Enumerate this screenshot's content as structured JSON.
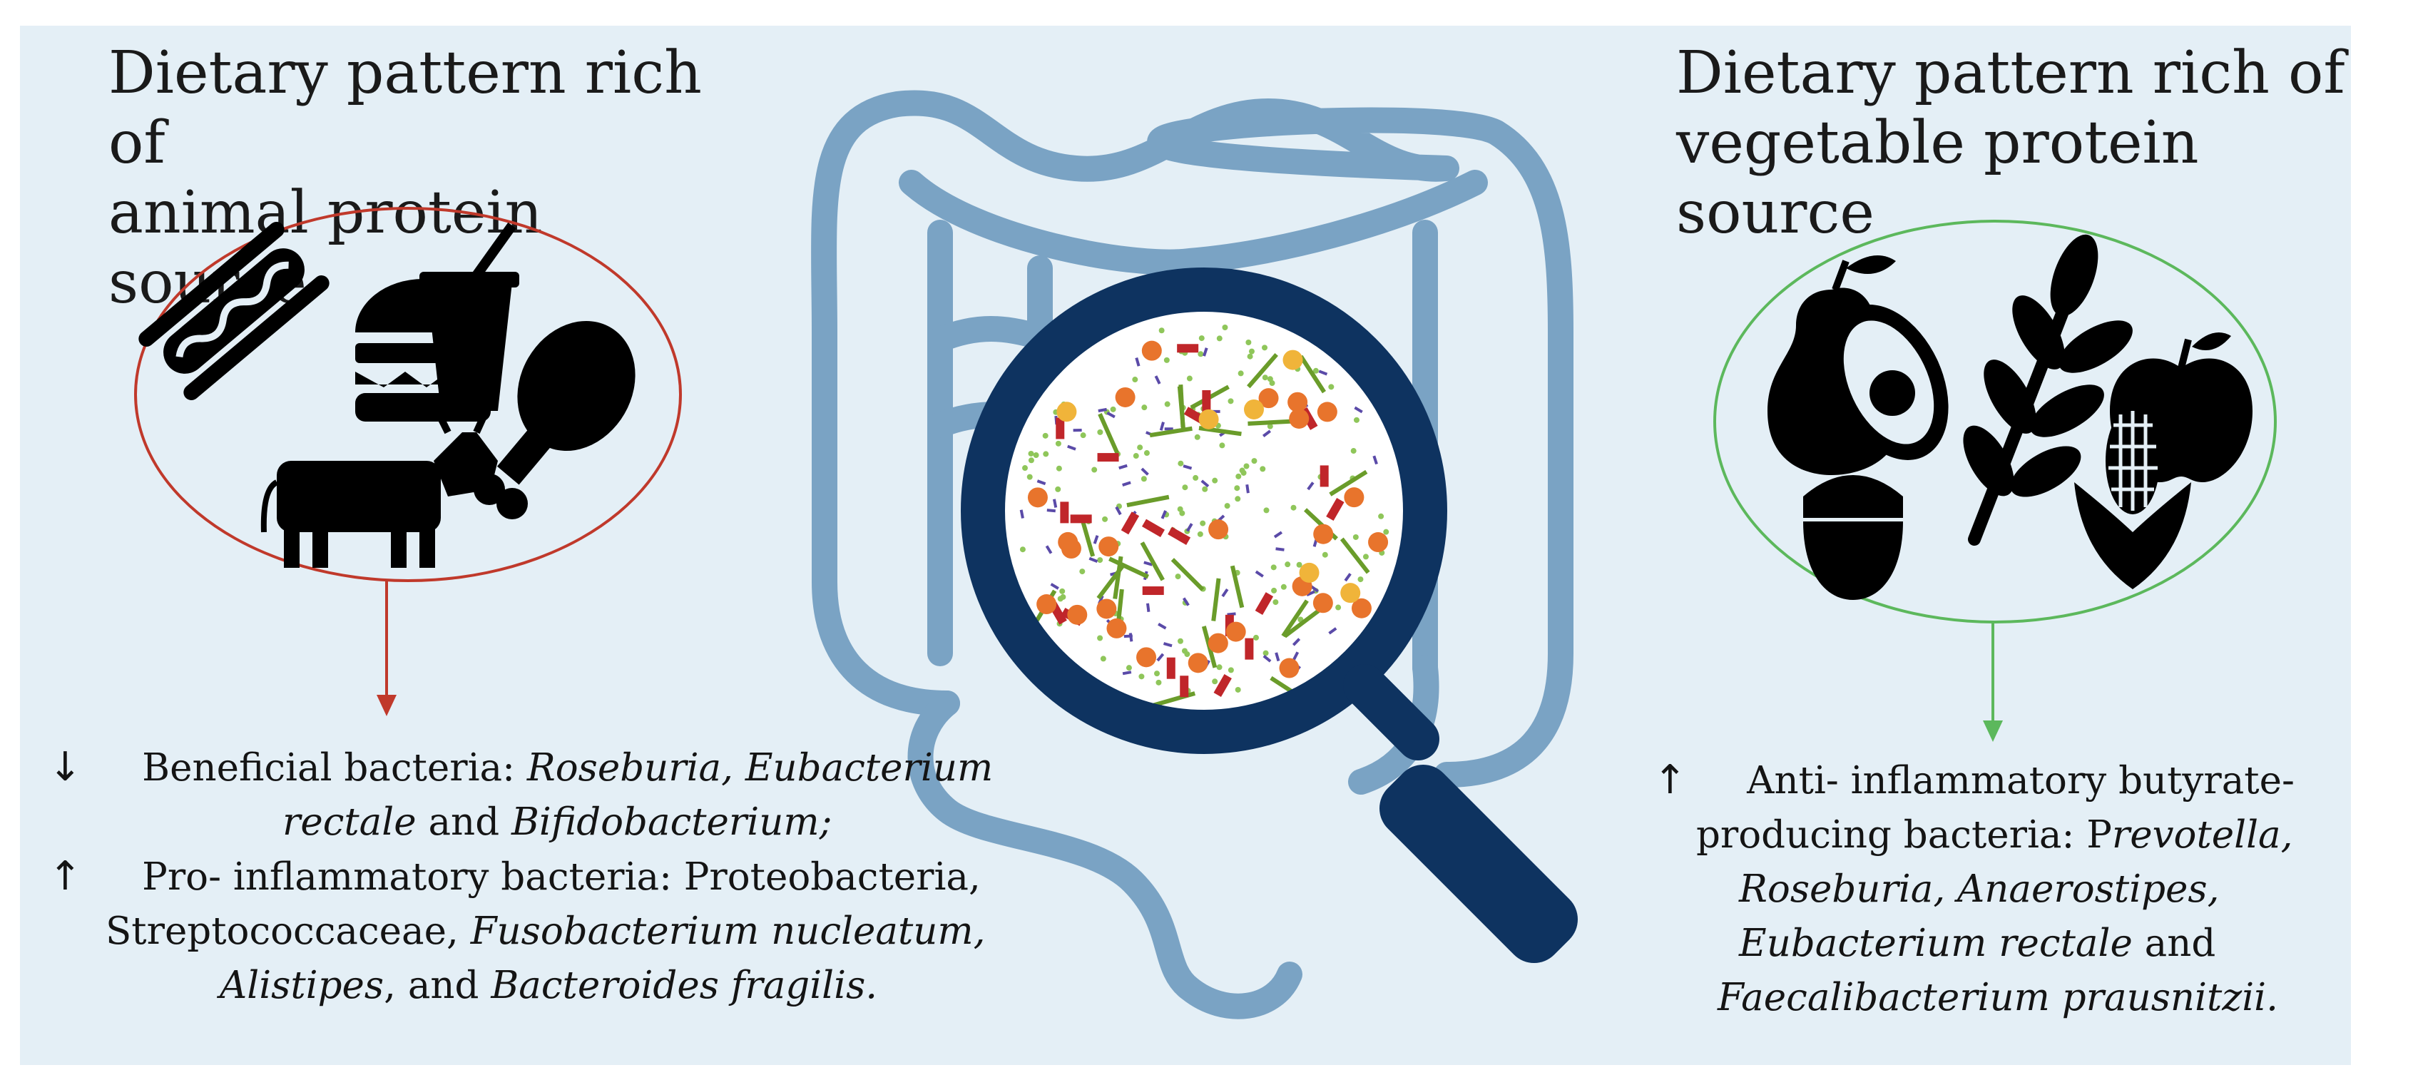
{
  "animal": {
    "title_line1": "Dietary pattern rich of",
    "title_line2": "animal protein source",
    "effects": {
      "decrease_symbol": "↓",
      "beneficial_prefix": "Beneficial bacteria: ",
      "beneficial_taxa_1": "Roseburia, Eubacterium",
      "beneficial_taxa_2": "rectale",
      "and_1": " and ",
      "beneficial_taxa_3": "Bifidobacterium;",
      "increase_symbol": "↑",
      "pro_prefix": "Pro- inflammatory bacteria: Proteobacteria,",
      "pro_line2_plain": "Streptococcaceae, ",
      "pro_line2_italic": "Fusobacterium nucleatum,",
      "pro_line3_italic_a": "Alistipes",
      "pro_line3_plain": ", and ",
      "pro_line3_italic_b": "Bacteroides  fragilis."
    },
    "icons": [
      "hotdog-icon",
      "burger-icon",
      "soda-cup-icon",
      "chicken-leg-icon",
      "cow-icon"
    ]
  },
  "vegetable": {
    "title_line1": "Dietary pattern rich of",
    "title_line2": "vegetable protein source",
    "effects": {
      "increase_symbol": "↑",
      "line1": "Anti- inflammatory butyrate-",
      "line2_plain": "producing bacteria: P",
      "line2_italic": "revotella,",
      "line3_italic": "Roseburia, Anaerostipes,",
      "line4_italic": "Eubacterium rectale",
      "line4_plain": " and",
      "line5_italic": "Faecalibacterium prausnitzii."
    },
    "icons": [
      "pear-icon",
      "avocado-icon",
      "wheat-icon",
      "apple-icon",
      "acorn-icon",
      "corn-icon"
    ]
  },
  "colors": {
    "background": "#e4eff6",
    "intestine": "#7aa3c4",
    "magnifier": "#0e3360",
    "animal_accent": "#c0392b",
    "vegetable_accent": "#5cb85c",
    "bacteria_orange": "#e8742c",
    "bacteria_yellow": "#f0b43a",
    "bacteria_red": "#c0262a",
    "bacteria_green": "#6a9c2a",
    "bacteria_purple": "#5a4aa8",
    "bacteria_light_green": "#8fc65a"
  },
  "center_icons": [
    "intestine-icon",
    "magnifying-glass-icon",
    "microbiota-icon"
  ]
}
